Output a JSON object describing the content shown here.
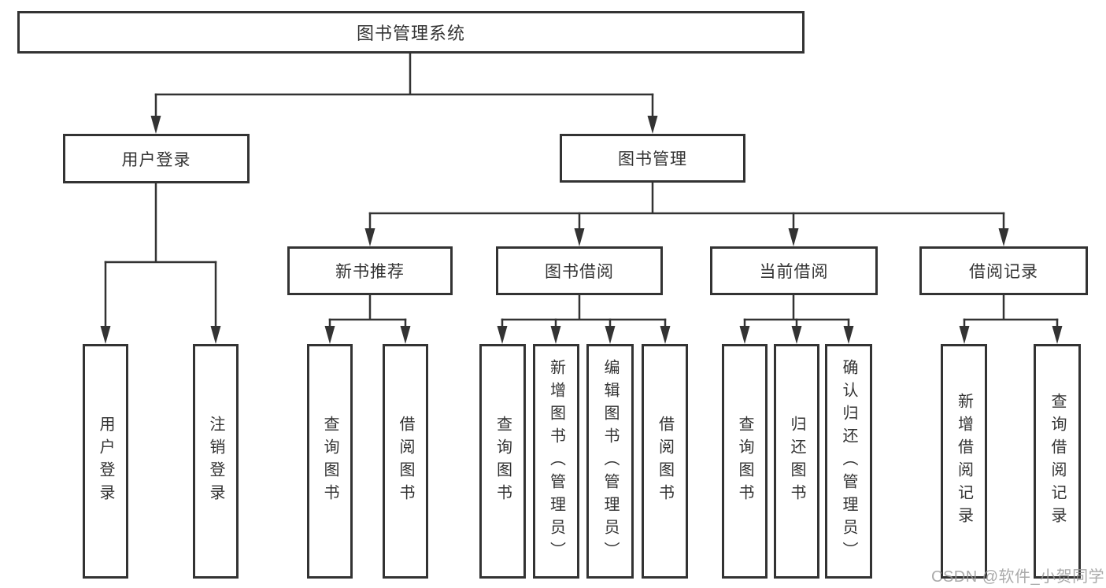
{
  "diagram": {
    "root": {
      "label": "图书管理系统"
    },
    "user_login": {
      "label": "用户登录",
      "children": [
        {
          "label": "用户登录"
        },
        {
          "label": "注销登录"
        }
      ]
    },
    "book_management": {
      "label": "图书管理",
      "modules": [
        {
          "label": "新书推荐",
          "children": [
            {
              "label": "查询图书"
            },
            {
              "label": "借阅图书"
            }
          ]
        },
        {
          "label": "图书借阅",
          "children": [
            {
              "label": "查询图书"
            },
            {
              "label": "新增图书（管理员）"
            },
            {
              "label": "编辑图书（管理员）"
            },
            {
              "label": "借阅图书"
            }
          ]
        },
        {
          "label": "当前借阅",
          "children": [
            {
              "label": "查询图书"
            },
            {
              "label": "归还图书"
            },
            {
              "label": "确认归还（管理员）"
            }
          ]
        },
        {
          "label": "借阅记录",
          "children": [
            {
              "label": "新增借阅记录"
            },
            {
              "label": "查询借阅记录"
            }
          ]
        }
      ]
    }
  },
  "watermark": {
    "text": "CSDN @软件_小贺同学"
  },
  "colors": {
    "line": "#333333",
    "text": "#333333",
    "watermark": "#9b9b9b",
    "background": "#ffffff"
  }
}
